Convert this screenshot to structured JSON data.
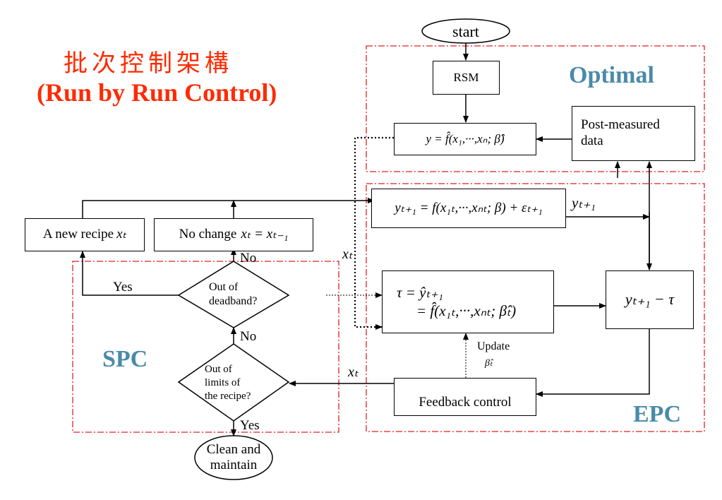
{
  "title_cn": "批次控制架構",
  "title_en": "(Run by Run Control)",
  "regions": {
    "optimal": "Optimal",
    "spc": "SPC",
    "epc": "EPC"
  },
  "nodes": {
    "start": "start",
    "rsm": "RSM",
    "post_measured_line1": "Post-measured",
    "post_measured_line2": "data",
    "fhat_model": "y = f̂(x₁,···,xₙ; β̂)",
    "process_model": "yₜ₊₁ = f(x₁ₜ,···,xₙₜ; β) + εₜ₊₁",
    "new_recipe": "A new recipe",
    "new_recipe_var": "xₜ",
    "no_change": "No change",
    "no_change_eq": "xₜ = xₜ₋₁",
    "tau_line1": "τ = ŷₜ₊₁",
    "tau_line2": "= f̂(x₁ₜ,···,xₙₜ; β̂ₜ)",
    "residual": "yₜ₊₁ − τ",
    "out_deadband_line1": "Out of",
    "out_deadband_line2": "deadband?",
    "out_limits_line1": "Out of",
    "out_limits_line2": "limits of",
    "out_limits_line3": "the recipe?",
    "feedback": "Feedback control",
    "clean_line1": "Clean and",
    "clean_line2": "maintain"
  },
  "edge_labels": {
    "yes_deadband": "Yes",
    "no_deadband": "No",
    "no_limits": "No",
    "yes_limits": "Yes",
    "y_next": "yₜ₊₁",
    "x_t_mid": "xₜ",
    "x_t_feedback": "xₜ",
    "update": "Update",
    "beta_hat_t": "β̂ₜ"
  },
  "colors": {
    "title": "#ff2a00",
    "region_label": "#4a8aa8",
    "region_border": "#e02020"
  }
}
